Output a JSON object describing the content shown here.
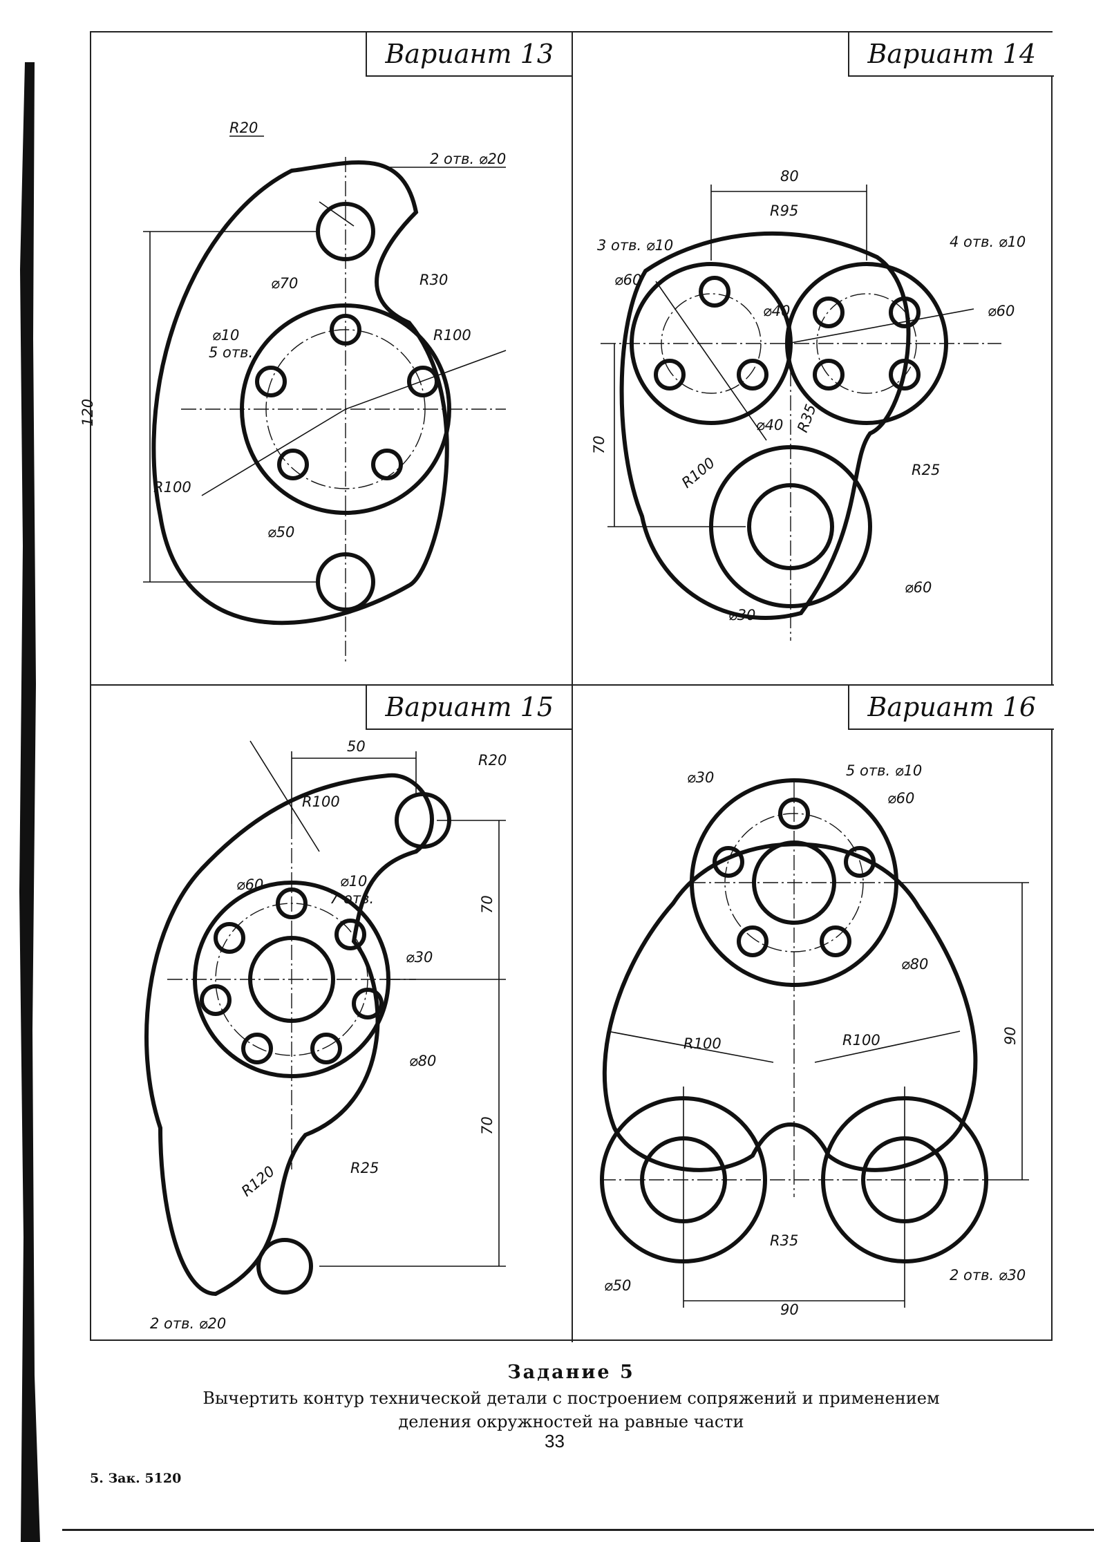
{
  "variants": [
    {
      "label": "Вариант 13",
      "dims": {
        "r20": "R20",
        "holes_top": "2 отв. ⌀20",
        "r30": "R30",
        "d70": "⌀70",
        "d10": "⌀10",
        "holes5": "5 отв.",
        "r100a": "R100",
        "d120": "120",
        "r100b": "R100",
        "d50": "⌀50"
      }
    },
    {
      "label": "Вариант 14",
      "dims": {
        "d80": "80",
        "r95": "R95",
        "holes3": "3 отв. ⌀10",
        "holes4": "4 отв. ⌀10",
        "d60a": "⌀60",
        "d40a": "⌀40",
        "d60b": "⌀60",
        "d40b": "⌀40",
        "r35": "R35",
        "d70": "70",
        "r100": "R100",
        "r25": "R25",
        "d60c": "⌀60",
        "d30": "⌀30"
      }
    },
    {
      "label": "Вариант 15",
      "dims": {
        "d50": "50",
        "r100": "R100",
        "r20": "R20",
        "d60": "⌀60",
        "d10": "⌀10",
        "holes7": "7 отв.",
        "d30": "⌀30",
        "d70a": "70",
        "d80": "⌀80",
        "d70b": "70",
        "r120": "R120",
        "r25": "R25",
        "holes2": "2 отв. ⌀20"
      }
    },
    {
      "label": "Вариант 16",
      "dims": {
        "d30": "⌀30",
        "holes5": "5 отв. ⌀10",
        "d60": "⌀60",
        "d80": "⌀80",
        "r100a": "R100",
        "r100b": "R100",
        "d90v": "90",
        "r35": "R35",
        "d50": "⌀50",
        "holes2": "2 отв. ⌀30",
        "d90h": "90"
      }
    }
  ],
  "task": {
    "title": "Задание 5",
    "line1": "Вычертить контур технической детали с построением сопряжений и применением",
    "line2": "деления окружностей на равные части"
  },
  "footer": {
    "page_number": "33",
    "order_note": "5. Зак. 5120"
  }
}
